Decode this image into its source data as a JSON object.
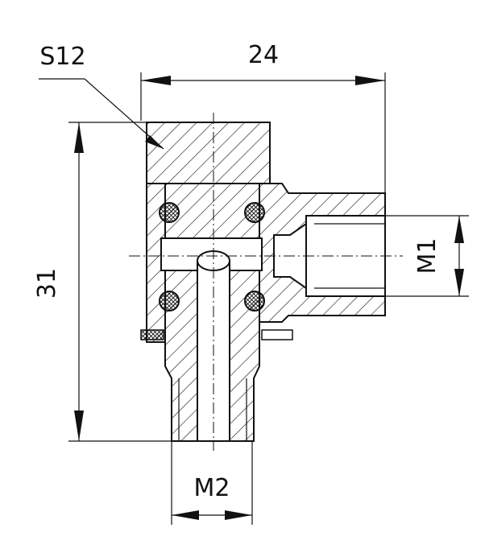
{
  "drawing": {
    "labels": {
      "wrench_size": "S12",
      "width": "24",
      "height": "31",
      "thread_outlet": "M1",
      "thread_inlet": "M2"
    }
  }
}
